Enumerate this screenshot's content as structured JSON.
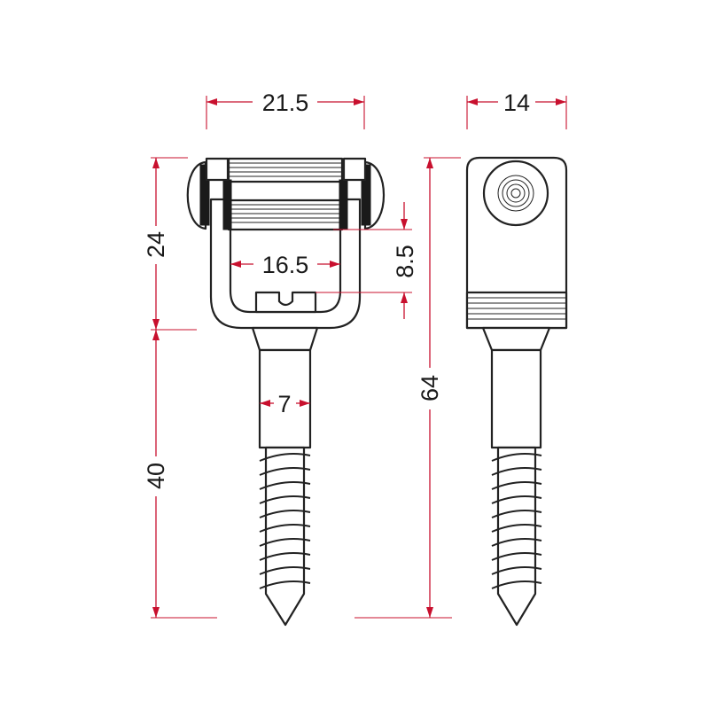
{
  "dimensions": {
    "head_width": "21.5",
    "side_width": "14",
    "head_height": "24",
    "inner_width": "16.5",
    "gap_height": "8.5",
    "shank_diameter": "7",
    "thread_length": "40",
    "total_length": "64"
  },
  "colors": {
    "dimension": "#c8102e",
    "outline": "#222222"
  }
}
